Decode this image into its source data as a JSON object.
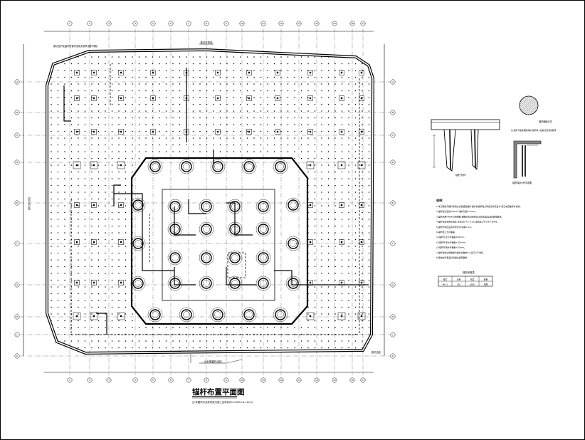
{
  "drawing": {
    "title": "锚杆布置平面图",
    "subtitle": "注:本图所示坐标系统为施工坐标系(B=0.000=A=10.0)",
    "colors": {
      "line": "#000000",
      "paper": "#ffffff",
      "hatch": "#444444"
    }
  },
  "plan": {
    "note_top_left": "基坑支护及锚杆布置详见相关说明 锚杆详图",
    "grid_top_labels": [
      "1",
      "2",
      "3",
      "4",
      "5",
      "6",
      "7",
      "8",
      "9",
      "10",
      "11",
      "12",
      "13",
      "14",
      "15",
      "16",
      "17",
      "18",
      "19",
      "20"
    ],
    "grid_side_labels": [
      "A",
      "B",
      "C",
      "D",
      "E",
      "F",
      "G",
      "H",
      "J",
      "K"
    ],
    "label_bottom": "止水帷幕外边线",
    "label_right_bottom": "基坑边线",
    "label_top_right": "基坑开挖线",
    "label_left_side": "基坑支护边线"
  },
  "details": {
    "section_left_title": "锚杆大样",
    "section_right_title": "锚杆端头大样详图",
    "circle_title": "锚杆截面示意",
    "circle_note": "注:锚杆与底板钢筋焊接,锚杆伸入底板长度满足要求",
    "notes_title": "说明",
    "notes": [
      "1.本工程抗浮锚杆采用全长粘结型锚杆,锚杆抗拔承载力特征值详见设计,施工前应做基本试验。",
      "2.锚杆钻孔直径150mm,锚杆长度L=9.0m。",
      "3.锚杆采用HRB400级钢筋,钢筋接头采用焊接,焊接长度应满足规范要求。",
      "4.锚杆注浆采用水泥浆,水灰比0.45~0.50,注浆压力不小于0.5MPa。",
      "5.锚杆杆体应设置对中支架,间距2.0m。",
      "6.锚杆施工允许偏差:",
      "(1)锚杆孔位允许偏差±50mm;",
      "(2)锚杆孔深允许偏差+100mm;",
      "(3)锚杆孔径允许偏差+20mm。",
      "7.锚杆验收试验数量为锚杆总数的5%,且不少于6根。",
      "8.其他未尽事宜详见相关规范要求。"
    ],
    "table_title": "锚杆参数表",
    "table_headers": [
      "编号",
      "直径",
      "长度",
      "数量"
    ],
    "table_rows": [
      [
        "MG-1",
        "150",
        "9000",
        "见图"
      ]
    ]
  }
}
